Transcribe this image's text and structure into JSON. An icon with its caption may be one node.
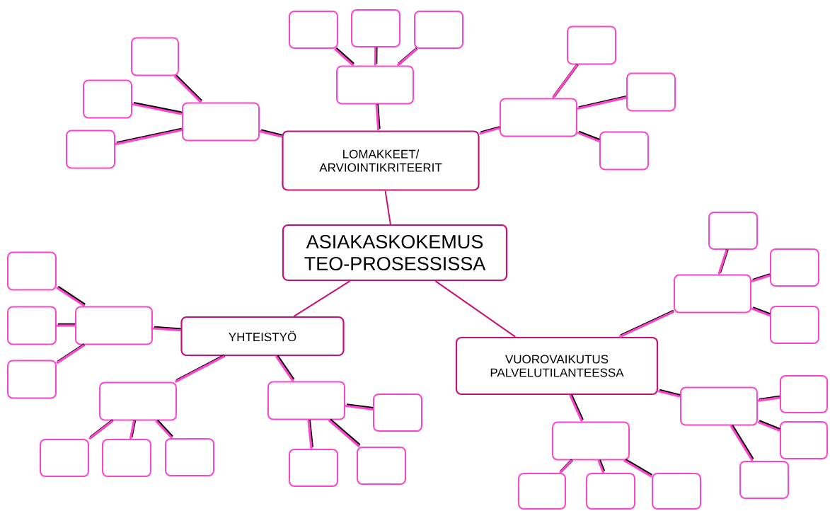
{
  "diagram": {
    "nodes": [
      {
        "text": [
          "ASIAKASKOKEMUS TEO-PROSESSISSA"
        ]
      },
      {
        "text": [
          "LOMAKKEET/ ARVIOINTIKRITEERIT"
        ]
      },
      {
        "text": [
          "YHTEISTYÖ"
        ]
      },
      {
        "text": [
          "VUOROVAIKUTUS PALVELUTILANTEESSA"
        ]
      },
      {
        "text": [],
        "shape": "box"
      },
      {
        "text": [],
        "shape": "box"
      },
      {
        "text": [],
        "shape": "box"
      },
      {
        "text": [],
        "shape": "box"
      },
      {
        "text": [],
        "shape": "box"
      },
      {
        "text": [],
        "shape": "box"
      },
      {
        "text": [],
        "shape": "box"
      },
      {
        "text": [],
        "shape": "box"
      },
      {
        "text": [],
        "shape": "box"
      },
      {
        "text": [],
        "shape": "box"
      },
      {
        "text": [],
        "shape": "box"
      },
      {
        "text": [],
        "shape": "box"
      },
      {
        "text": [],
        "shape": "box"
      },
      {
        "text": [],
        "shape": "box"
      },
      {
        "text": [],
        "shape": "box"
      },
      {
        "text": [],
        "shape": "box"
      },
      {
        "text": [],
        "shape": "box"
      },
      {
        "text": [],
        "shape": "box"
      },
      {
        "text": [],
        "shape": "box"
      },
      {
        "text": [],
        "shape": "box"
      },
      {
        "text": [],
        "shape": "box"
      },
      {
        "text": [],
        "shape": "box"
      },
      {
        "text": [],
        "shape": "box"
      },
      {
        "text": [],
        "shape": "box"
      },
      {
        "text": [],
        "shape": "box"
      },
      {
        "text": [],
        "shape": "box"
      },
      {
        "text": [],
        "shape": "box"
      },
      {
        "text": [],
        "shape": "box"
      },
      {
        "text": [],
        "shape": "box"
      },
      {
        "text": [],
        "shape": "box"
      },
      {
        "text": [],
        "shape": "box"
      },
      {
        "text": [],
        "shape": "box"
      },
      {
        "text": [],
        "shape": "box"
      },
      {
        "text": [],
        "shape": "box"
      },
      {
        "text": [],
        "shape": "box"
      },
      {
        "text": [],
        "shape": "box"
      }
    ],
    "edges": [
      {
        "from": 0,
        "to": 1,
        "arrow": "none",
        "color": "#c8107a"
      },
      {
        "from": 0,
        "to": 2,
        "arrow": "none",
        "color": "#c8107a"
      },
      {
        "from": 0,
        "to": 3,
        "arrow": "none",
        "color": "#c8107a"
      },
      {
        "from": 1,
        "to": 4,
        "arrow": "none",
        "color": "#ff44cc"
      },
      {
        "from": 1,
        "to": 5,
        "arrow": "none",
        "color": "#ff44cc"
      },
      {
        "from": 1,
        "to": 6,
        "arrow": "none",
        "color": "#ff44cc"
      },
      {
        "from": 4,
        "to": 7,
        "arrow": "none",
        "color": "#ff44cc"
      },
      {
        "from": 4,
        "to": 8,
        "arrow": "none",
        "color": "#ff44cc"
      },
      {
        "from": 4,
        "to": 9,
        "arrow": "none",
        "color": "#ff44cc"
      },
      {
        "from": 5,
        "to": 10,
        "arrow": "none",
        "color": "#ff44cc"
      },
      {
        "from": 5,
        "to": 11,
        "arrow": "none",
        "color": "#ff44cc"
      },
      {
        "from": 5,
        "to": 12,
        "arrow": "none",
        "color": "#ff44cc"
      },
      {
        "from": 6,
        "to": 13,
        "arrow": "none",
        "color": "#ff44cc"
      },
      {
        "from": 6,
        "to": 14,
        "arrow": "none",
        "color": "#ff44cc"
      },
      {
        "from": 6,
        "to": 15,
        "arrow": "none",
        "color": "#ff44cc"
      },
      {
        "from": 2,
        "to": 16,
        "arrow": "none",
        "color": "#ff44cc"
      },
      {
        "from": 2,
        "to": 17,
        "arrow": "none",
        "color": "#ff44cc"
      },
      {
        "from": 2,
        "to": 18,
        "arrow": "none",
        "color": "#ff44cc"
      },
      {
        "from": 16,
        "to": 19,
        "arrow": "none",
        "color": "#ff44cc"
      },
      {
        "from": 16,
        "to": 20,
        "arrow": "none",
        "color": "#ff44cc"
      },
      {
        "from": 16,
        "to": 21,
        "arrow": "none",
        "color": "#ff44cc"
      },
      {
        "from": 17,
        "to": 22,
        "arrow": "none",
        "color": "#ff44cc"
      },
      {
        "from": 17,
        "to": 23,
        "arrow": "none",
        "color": "#ff44cc"
      },
      {
        "from": 17,
        "to": 24,
        "arrow": "none",
        "color": "#ff44cc"
      },
      {
        "from": 18,
        "to": 25,
        "arrow": "none",
        "color": "#ff44cc"
      },
      {
        "from": 18,
        "to": 26,
        "arrow": "none",
        "color": "#ff44cc"
      },
      {
        "from": 18,
        "to": 27,
        "arrow": "none",
        "color": "#ff44cc"
      },
      {
        "from": 3,
        "to": 28,
        "arrow": "none",
        "color": "#ff44cc"
      },
      {
        "from": 3,
        "to": 29,
        "arrow": "none",
        "color": "#ff44cc"
      },
      {
        "from": 3,
        "to": 30,
        "arrow": "none",
        "color": "#ff44cc"
      },
      {
        "from": 28,
        "to": 31,
        "arrow": "none",
        "color": "#ff44cc"
      },
      {
        "from": 28,
        "to": 32,
        "arrow": "none",
        "color": "#ff44cc"
      },
      {
        "from": 28,
        "to": 33,
        "arrow": "none",
        "color": "#ff44cc"
      },
      {
        "from": 29,
        "to": 34,
        "arrow": "none",
        "color": "#ff44cc"
      },
      {
        "from": 29,
        "to": 35,
        "arrow": "none",
        "color": "#ff44cc"
      },
      {
        "from": 29,
        "to": 36,
        "arrow": "none",
        "color": "#ff44cc"
      },
      {
        "from": 30,
        "to": 37,
        "arrow": "none",
        "color": "#ff44cc"
      },
      {
        "from": 30,
        "to": 38,
        "arrow": "none",
        "color": "#ff44cc"
      },
      {
        "from": 30,
        "to": 39,
        "arrow": "none",
        "color": "#ff44cc"
      }
    ]
  }
}
